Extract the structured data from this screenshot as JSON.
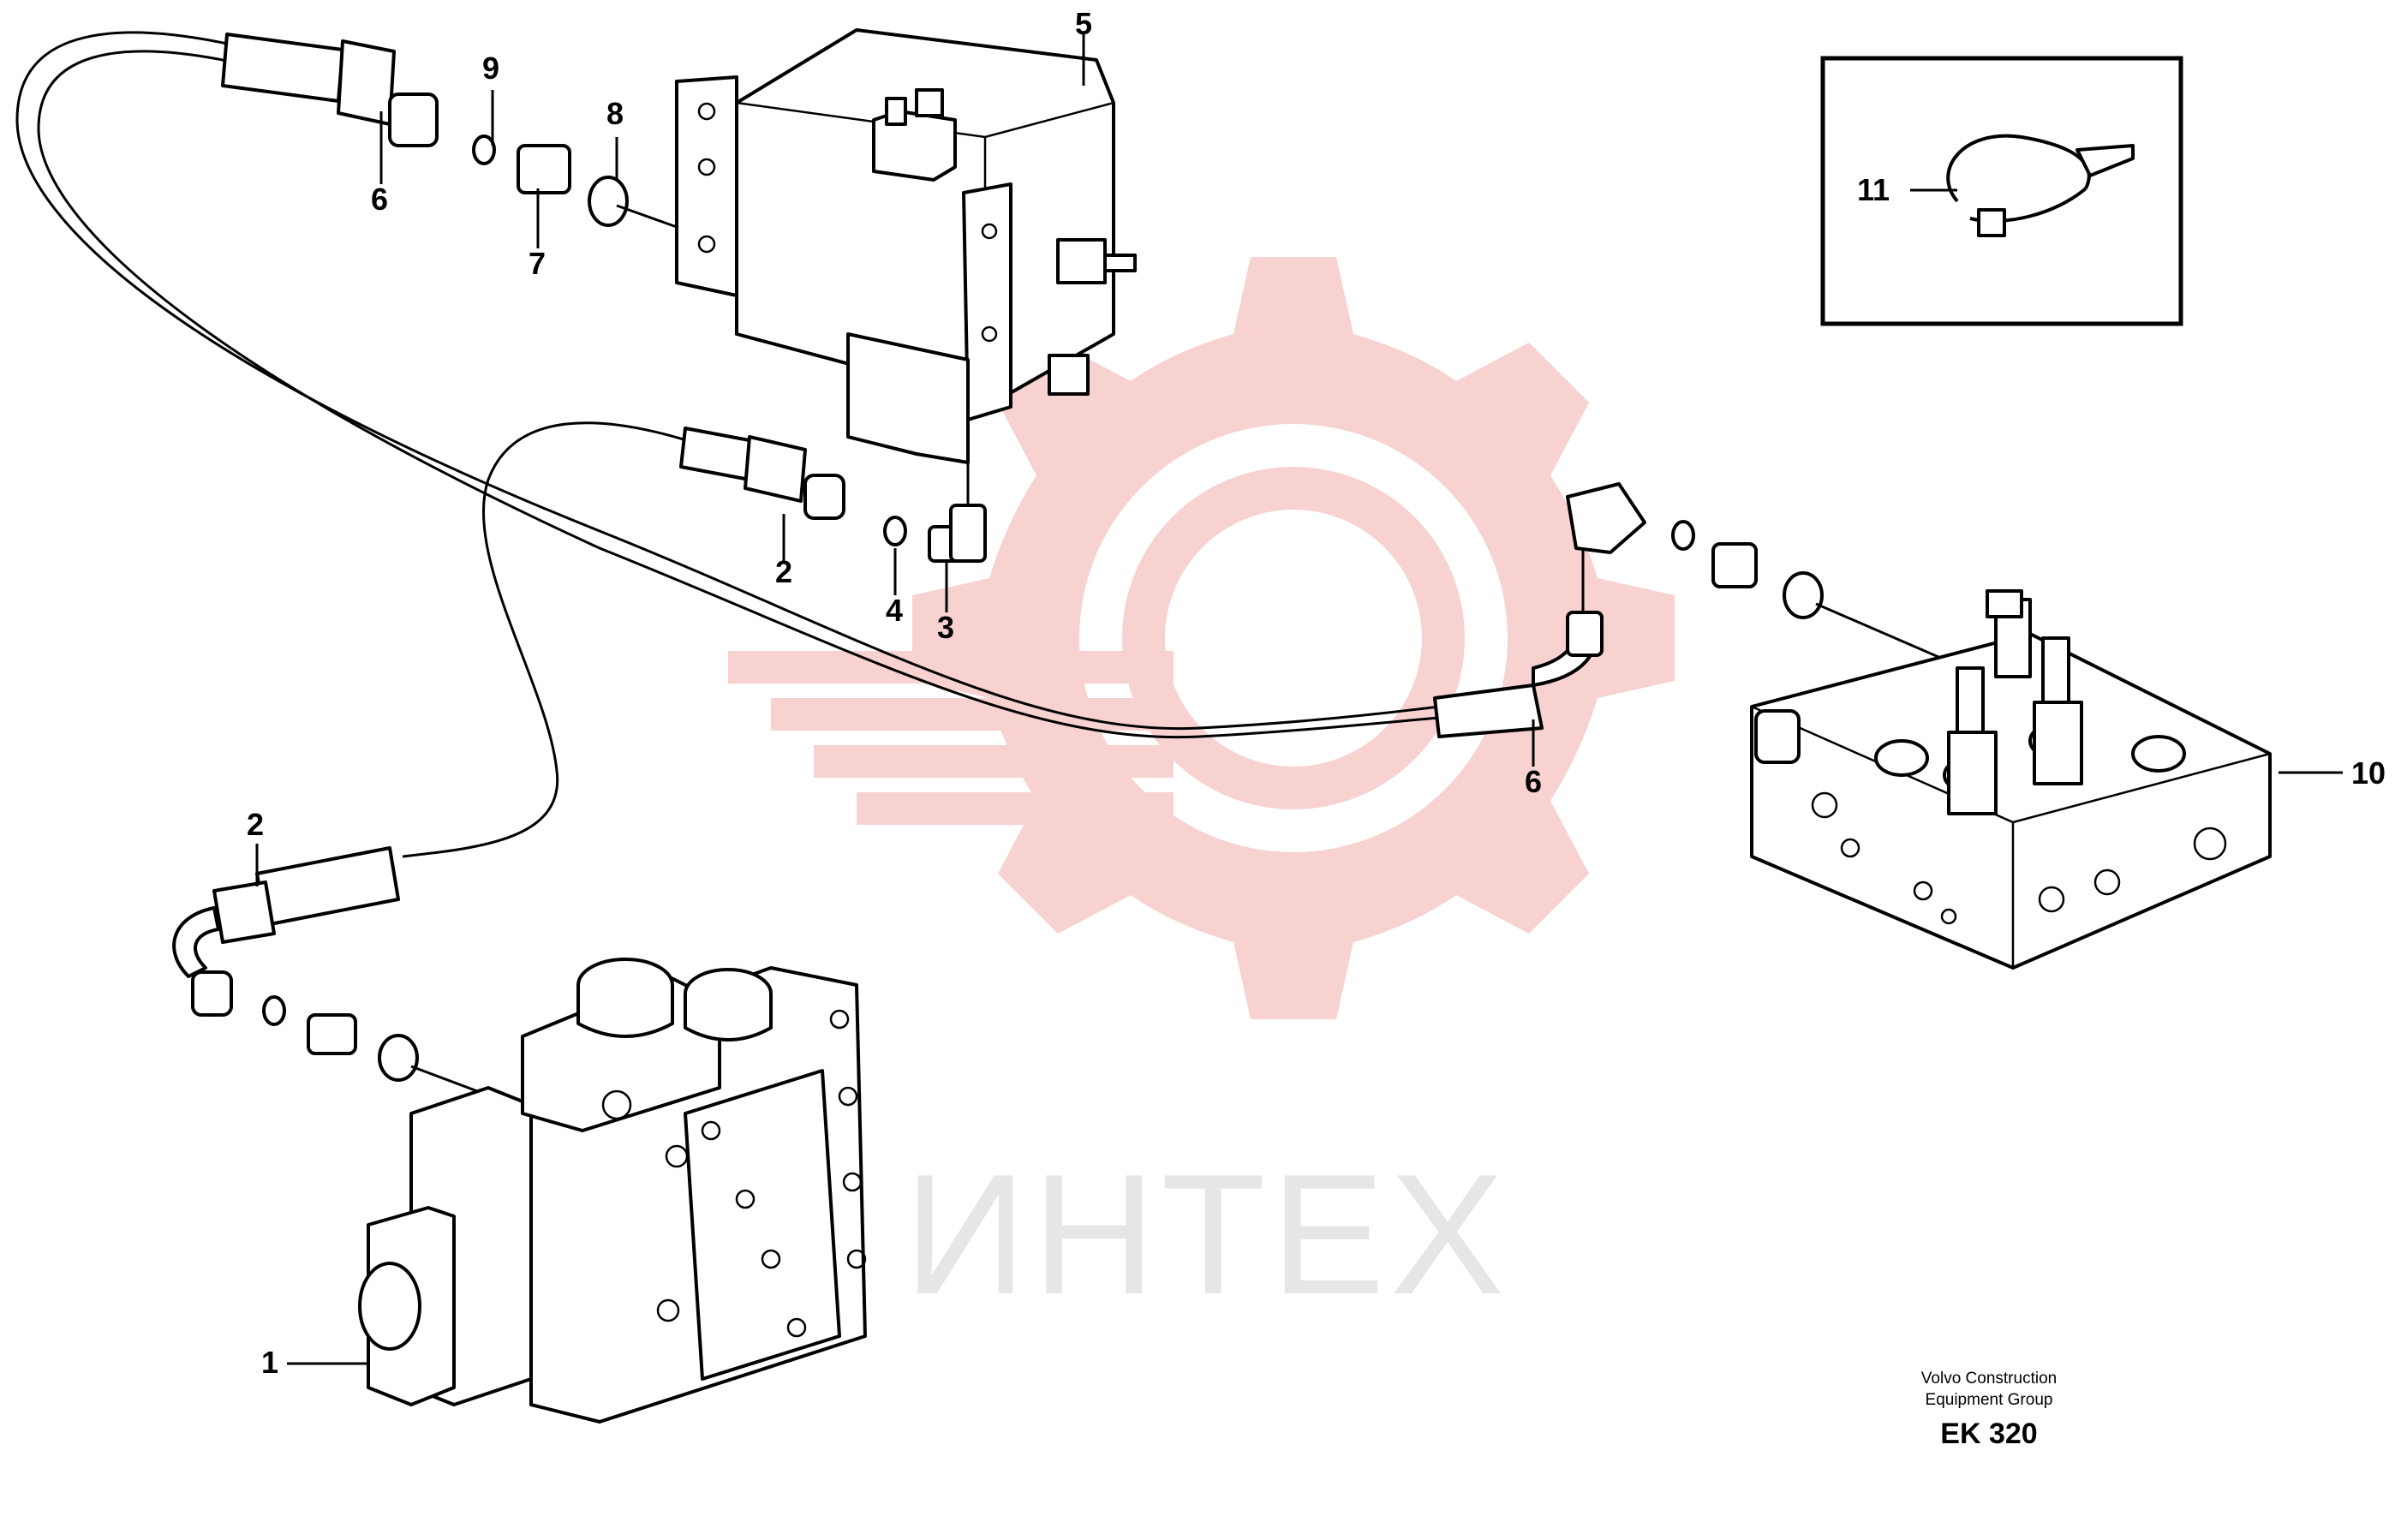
{
  "watermark": {
    "text": "ИНТЕХ",
    "gear_color": "#f7c9c9",
    "text_color": "#e6e6e6"
  },
  "callouts": {
    "c1": "1",
    "c2a": "2",
    "c2b": "2",
    "c3": "3",
    "c4": "4",
    "c5": "5",
    "c6a": "6",
    "c6b": "6",
    "c7": "7",
    "c8": "8",
    "c9": "9",
    "c10": "10",
    "c11": "11"
  },
  "footer": {
    "line1": "Volvo Construction",
    "line2": "Equipment Group",
    "code": "EK 320"
  }
}
